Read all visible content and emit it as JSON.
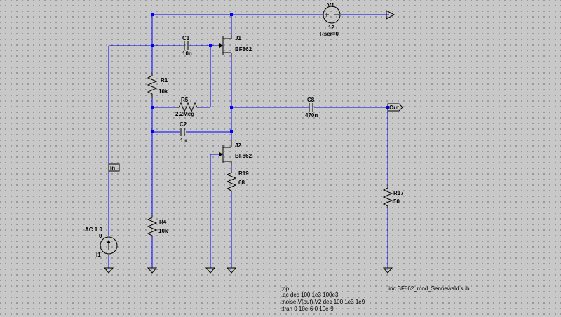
{
  "components": {
    "V1": {
      "name": "V1",
      "value": "12",
      "extra": "Rser=0"
    },
    "J1": {
      "name": "J1",
      "model": "BF862"
    },
    "J2": {
      "name": "J2",
      "model": "BF862"
    },
    "C1": {
      "name": "C1",
      "value": "10n"
    },
    "C2": {
      "name": "C2",
      "value": "1µ"
    },
    "C8": {
      "name": "C8",
      "value": "470n"
    },
    "R1": {
      "name": "R1",
      "value": "10k"
    },
    "R4": {
      "name": "R4",
      "value": "10k"
    },
    "R5": {
      "name": "R5",
      "value": "2.2Meg"
    },
    "R17": {
      "name": "R17",
      "value": "50"
    },
    "R19": {
      "name": "R19",
      "value": "68"
    },
    "I1": {
      "name": "I1",
      "ac": "AC 1 0",
      "dc": "0"
    }
  },
  "net_labels": {
    "in": "In",
    "out": "Out"
  },
  "directives": {
    "op": ";op",
    "ac": ".ac dec 100 1e3 100e3",
    "noise": ";noise V(out) V2 dec 100 1e3 1e9",
    "tran": ";tran 0 10e-6 0 10e-9",
    "inc": ".inc BF862_mod_Sennewald.sub"
  },
  "colors": {
    "wire": "#0000ff",
    "component": "#000000",
    "background": "#c8c8c8"
  }
}
